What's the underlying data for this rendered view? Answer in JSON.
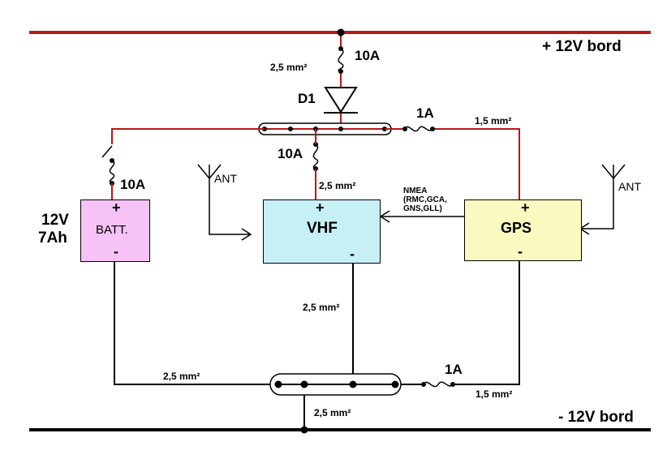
{
  "rails": {
    "positive": "+ 12V bord",
    "negative": "- 12V bord"
  },
  "colors": {
    "positive_wire": "#b81818",
    "negative_wire": "#000000",
    "battery_fill": "#f7c3f7",
    "vhf_fill": "#c6f0f6",
    "gps_fill": "#fafac0"
  },
  "components": {
    "battery": {
      "label": "BATT.",
      "plus": "+",
      "minus": "-",
      "rating_line1": "12V",
      "rating_line2": "7Ah"
    },
    "vhf": {
      "label": "VHF",
      "plus": "+",
      "minus": "-"
    },
    "gps": {
      "label": "GPS",
      "plus": "+",
      "minus": "-"
    },
    "diode": {
      "label": "D1"
    }
  },
  "antennas": {
    "vhf": "ANT",
    "gps": "ANT"
  },
  "nmea": {
    "line1": "NMEA",
    "line2": "(RMC,GCA,",
    "line3": "GNS,GLL)"
  },
  "fuses": {
    "main": "10A",
    "vhf": "10A",
    "battery": "10A",
    "gps_positive": "1A",
    "gps_negative": "1A"
  },
  "wires": {
    "main_feed": "2,5 mm²",
    "vhf_feed": "2,5 mm²",
    "gps_feed": "1,5 mm²",
    "vhf_ground": "2,5 mm²",
    "battery_ground": "2,5 mm²",
    "gps_ground": "1,5 mm²",
    "bus_ground": "2,5 mm²"
  }
}
